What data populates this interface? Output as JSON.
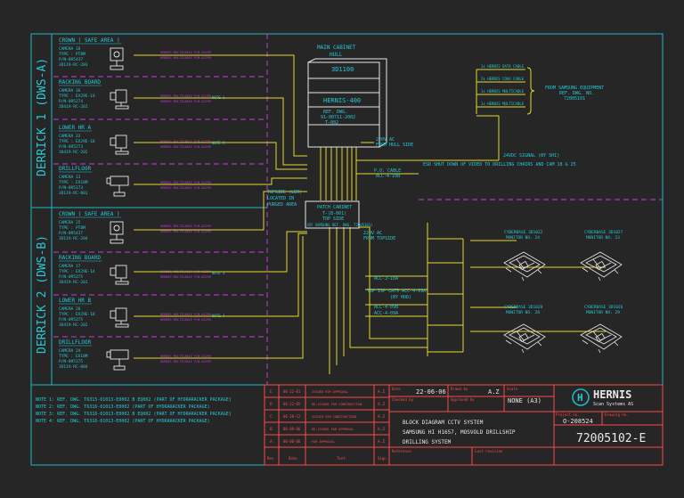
{
  "derricks": [
    {
      "label": "DERRICK 1 (DWS-A)"
    },
    {
      "label": "DERRICK 2 (DWS-B)"
    }
  ],
  "cameras": [
    {
      "area": "CROWN ( SAFE AREA )",
      "lines": [
        "CAMERA 18",
        "TYPE : PT8M",
        "P/N-095437",
        "3D119-RC-203"
      ]
    },
    {
      "area": "RACKING BOARD",
      "lines": [
        "CAMERA 16",
        "TYPE : EX29E-14",
        "P/N-095274",
        "3D419-RC-201"
      ]
    },
    {
      "area": "LOWER HR A",
      "lines": [
        "CAMERA 23",
        "TYPE : EX29E-18",
        "P/N-095273",
        "3D419-RC-202"
      ]
    },
    {
      "area": "DRILLFLOOR",
      "lines": [
        "CAMERA 13",
        "TYPE : EX18M",
        "P/N-095173",
        "3D119-RC-001"
      ]
    },
    {
      "area": "CROWN ( SAFE AREA )",
      "lines": [
        "CAMERA 25",
        "TYPE : PT8M",
        "P/N-095437",
        "3D119-RC-204"
      ]
    },
    {
      "area": "RACKING BOARD",
      "lines": [
        "CAMERA 17",
        "TYPE : EX29E-14",
        "P/N-095275",
        "3D419-RC-201"
      ]
    },
    {
      "area": "LOWER HR B",
      "lines": [
        "CAMERA 26",
        "TYPE : EX29E-18",
        "P/N-095275",
        "3D419-RC-202"
      ]
    },
    {
      "area": "DRILLFLOOR",
      "lines": [
        "CAMERA 24",
        "TYPE : EX18M",
        "P/N-095175",
        "3D119-RC-004"
      ]
    }
  ],
  "cables": [
    "HERNIS MULTICABLE P/N-02299",
    "HERNIS MULTICABLE P/N-02299",
    "HERNIS MULTICABLE P/N-02299",
    "HERNIS MULTICABLE P/N-02299",
    "HERNIS MULTICABLE P/N-02299",
    "HERNIS MULTICABLE P/N-02299",
    "HERNIS MULTICABLE P/N-02299",
    "HERNIS MULTICABLE P/N-02299"
  ],
  "notes_inline": [
    "NOTE 1",
    "NOTE 2",
    "NOTE 3",
    "NOTE 4"
  ],
  "main_cabinet": {
    "title": "MAIN CABINET",
    "subtitle": "HULL",
    "id": "3D1100",
    "brand": "HERNIS-400",
    "ref": [
      "REF. DWG.",
      "91-00711-2002",
      "T-002"
    ]
  },
  "patch_cabinet": {
    "header": "TOPSIDE (LER)",
    "header_sub": [
      "LOCATED IN",
      "PURGED AREA"
    ],
    "title": "PATCH CABINET",
    "lines": [
      "T-(B-001)",
      "TOP SIDE",
      "(BY SAMSUNG REF. DWG. 72005101)"
    ]
  },
  "power_labels": [
    "220V AC",
    "FROM HULL SIDE",
    "220V AC",
    "FROM TOPSIDE",
    "24VDC SIGNAL (BY SHI)",
    "ESD SHUT DOWN OF VIDEO TO DRILLING CHAIRS AND CAM 18 & 25",
    "P.O. CABLE",
    "ACC-4-10B",
    "ACC-3-10A",
    "TOP ISP CAT5 ACC-4-09A",
    "(BY HOD)",
    "ACC-4-09B",
    "ACC-4-09A"
  ],
  "samsung": {
    "title": [
      "FROM SAMSUNG EQUIPMENT",
      "REF. DWG. NO.",
      "72005101"
    ],
    "cables": [
      "1x HERNIS DATA CABLE",
      "2x HERNIS COAX CABLE",
      "1x HERNIS MULTICABLE",
      "1x HERNIS MULTICABLE"
    ]
  },
  "monitors": [
    {
      "title": "CYBERBASE 3D1022",
      "sub": "MONITOR NO. 24"
    },
    {
      "title": "CYBERBASE 3D1027",
      "sub": "MONITOR NO. 23"
    },
    {
      "title": "CYBERBASE 3D1028",
      "sub": "MONITOR NO. 28"
    },
    {
      "title": "CYBERBASE 3D1026",
      "sub": "MONITOR NO. 29"
    }
  ],
  "notes": [
    "NOTE 1: REF. DWG. T6315-01013-E0002 B EQ002 (PART OF HYDRARACKER PACKAGE)",
    "NOTE 2: REF. DWG. T6316-01013-E0002 (PART OF HYDRARACKER PACKAGE)",
    "NOTE 3: REF. DWG. T6316-01013-E0002 B EQ002 (PART OF HYDRARACKER PACKAGE)",
    "NOTE 4: REF. DWG. T6316-01013-E0002 (PART OF HYDRARACKER PACKAGE)"
  ],
  "revisions": [
    {
      "rev": "E",
      "date": "06-12-01",
      "text": "ISSUED FOR APPROVAL",
      "by": "A.Z"
    },
    {
      "rev": "D",
      "date": "06-12-05",
      "text": "RE-ISSUED FOR CONSTRUCTION",
      "by": "A.Z"
    },
    {
      "rev": "C",
      "date": "06-10-12",
      "text": "ISSUED FOR CONSTRUCTION",
      "by": "A.Z"
    },
    {
      "rev": "B",
      "date": "06-09-06",
      "text": "RE-ISSUED FOR APPROVAL",
      "by": "A.Z"
    },
    {
      "rev": "A",
      "date": "06-06-06",
      "text": "FOR APPROVAL",
      "by": "A.Z"
    }
  ],
  "rev_headers": {
    "rev": "Rev",
    "date": "Date",
    "text": "Text",
    "by": "Sign"
  },
  "title_block": {
    "date_label": "Date",
    "date": "22-06-06",
    "drawn_label": "Drawn by",
    "drawn": "A.Z",
    "checked_label": "Checked by",
    "approved_label": "Approved by",
    "scale_label": "Scale",
    "scale": "NONE (A3)",
    "title": [
      "BLOCK DIAGRAM CCTV SYSTEM",
      "SAMSUNG HI H1657, MOSVOLD DRILLSHIP",
      "DRILLING SYSTEM"
    ],
    "project_label": "Project no.",
    "project": "O-208524",
    "drawing_label": "Drawing no.",
    "drawing": "72005102-E",
    "reference_label": "Reference",
    "replaces_label": "Last revision",
    "company": "HERNIS",
    "company_sub": "Scan Systems AS"
  },
  "colors": {
    "background": "#262626",
    "frame": "#1fb8c4",
    "text": "#27c8d6",
    "wire": "#e6d82e",
    "divider": "#c43bd8",
    "rev": "#ff4848"
  }
}
